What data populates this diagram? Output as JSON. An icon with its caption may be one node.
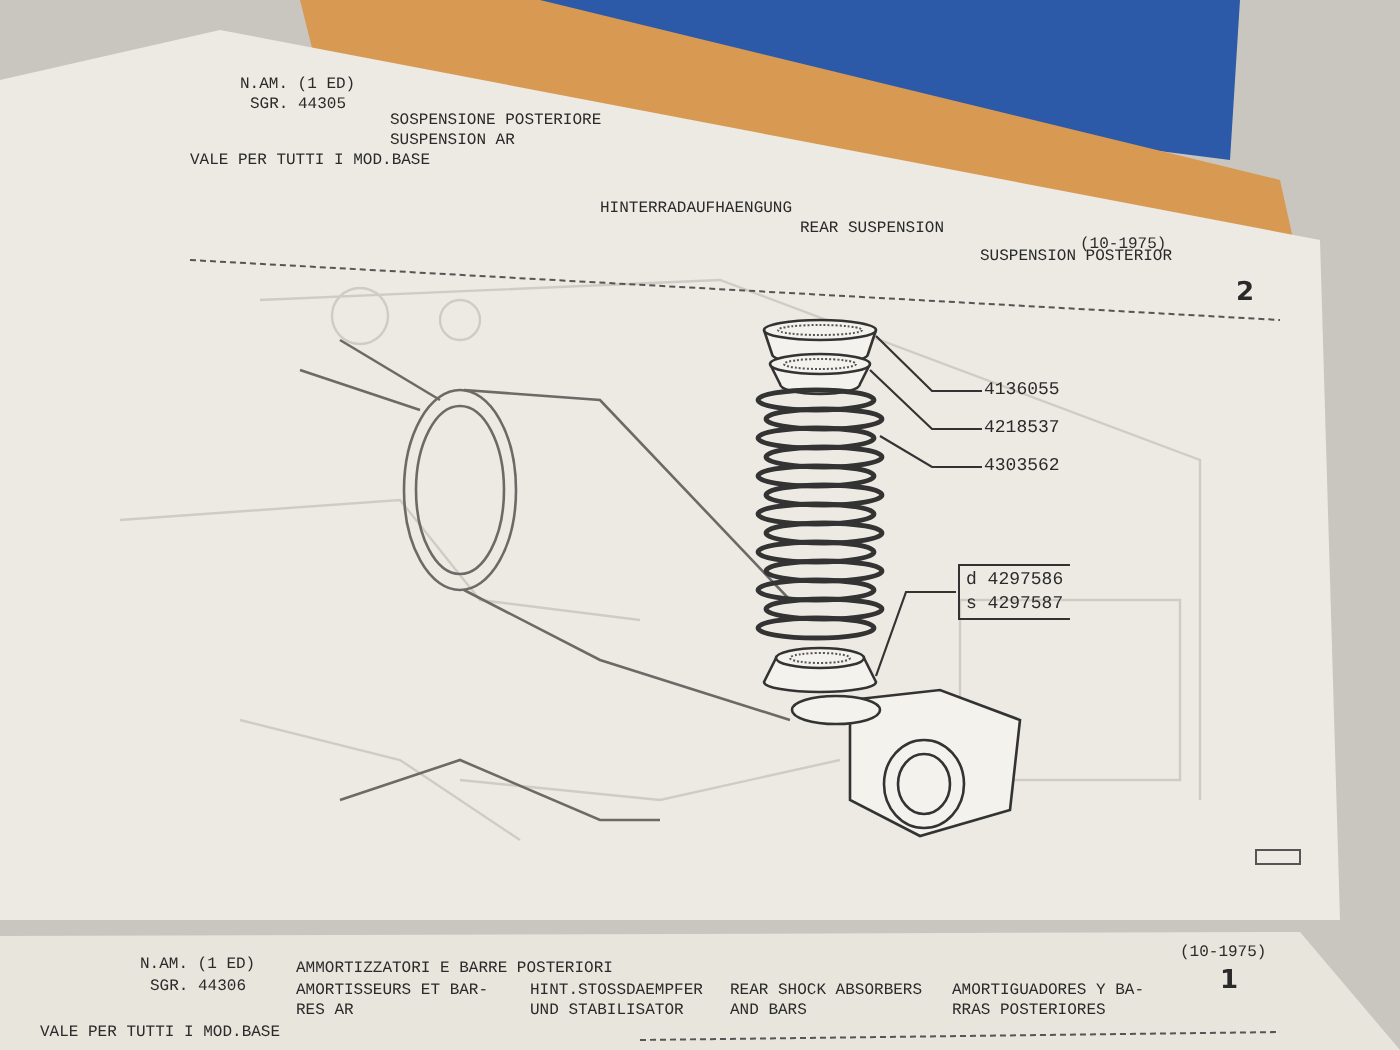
{
  "diagram": {
    "nodes": [
      {
        "text": [
          "4136055"
        ]
      },
      {
        "text": [
          "4218537"
        ]
      },
      {
        "text": [
          "4303562"
        ]
      },
      {
        "text": [
          "d 4297586",
          "s 4297587"
        ]
      },
      {
        "text": [],
        "shape": "cylinder"
      },
      {
        "text": [],
        "shape": "cylinder"
      },
      {
        "text": [],
        "shape": "picture"
      },
      {
        "text": [],
        "shape": "cylinder"
      }
    ],
    "edges": [
      {
        "from": 0,
        "to": 4,
        "arrow": "none"
      },
      {
        "from": 1,
        "to": 5,
        "arrow": "none"
      },
      {
        "from": 2,
        "to": 6,
        "arrow": "none"
      },
      {
        "from": 3,
        "to": 7,
        "arrow": "none"
      }
    ],
    "labels": [
      "N.AM. (1 ED)",
      "SGR. 44305",
      "SOSPENSIONE POSTERIORE",
      "SUSPENSION AR",
      "VALE PER TUTTI I MOD.BASE",
      "HINTERRADAUFHAENGUNG",
      "REAR SUSPENSION",
      "(10-1975)",
      "SUSPENSION POSTERIOR",
      "2",
      "(10-1975)",
      "N.AM. (1 ED)",
      "SGR. 44306",
      "AMMORTIZZATORI E BARRE POSTERIORI",
      "AMORTISSEURS ET BAR- RES AR",
      "HINT.STOSSDAEMPFER UND STABILISATOR",
      "REAR SHOCK ABSORBERS AND BARS",
      "AMORTIGUADORES Y BA- RRAS POSTERIORES",
      "1",
      "VALE PER TUTTI I MOD.BASE"
    ]
  }
}
